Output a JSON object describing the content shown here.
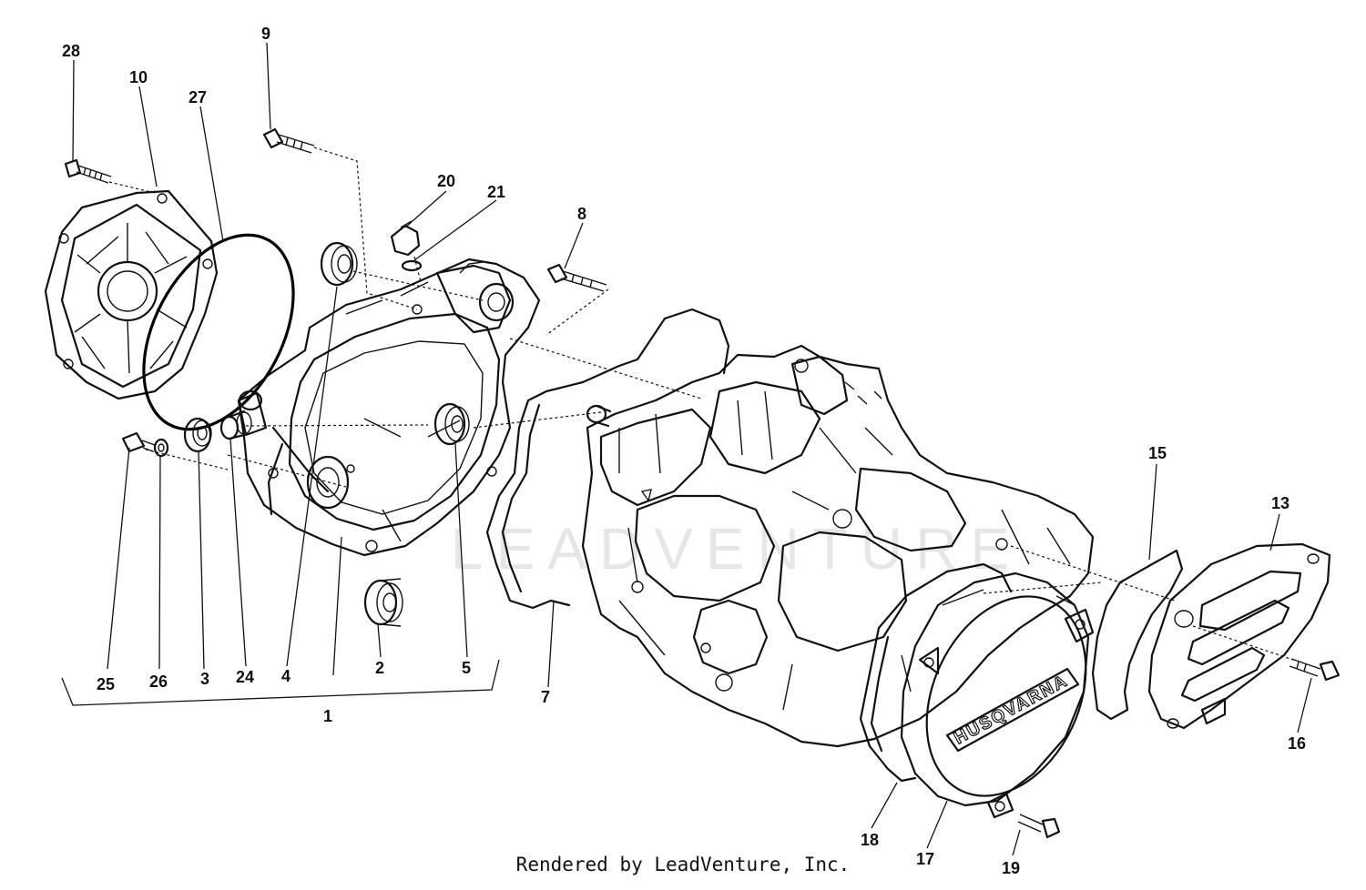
{
  "footer": {
    "credit": "Rendered by LeadVenture, Inc."
  },
  "watermark": {
    "text": "LEADVENTURE"
  },
  "cover": {
    "brand_text": "HUSQVARNA"
  },
  "callouts": {
    "c1": "1",
    "c2": "2",
    "c3": "3",
    "c4": "4",
    "c5": "5",
    "c7": "7",
    "c8": "8",
    "c9": "9",
    "c10": "10",
    "c13": "13",
    "c15": "15",
    "c16": "16",
    "c17": "17",
    "c18": "18",
    "c19": "19",
    "c20": "20",
    "c21": "21",
    "c24": "24",
    "c25": "25",
    "c26": "26",
    "c27": "27",
    "c28": "28"
  }
}
